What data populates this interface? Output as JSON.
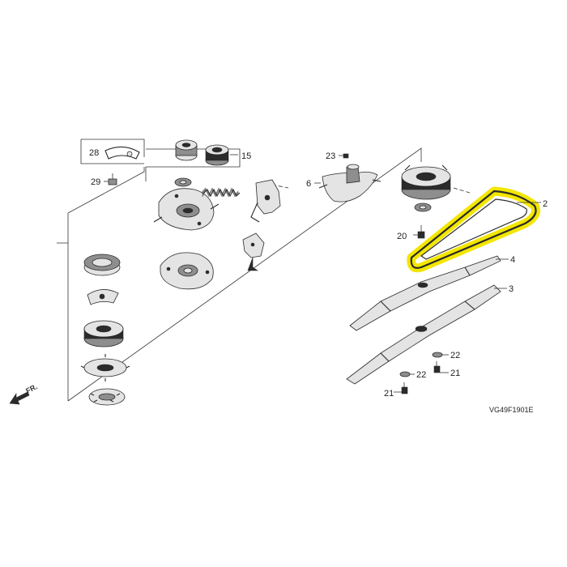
{
  "colors": {
    "highlight": "#f3e600",
    "line": "#2a2a2a",
    "background": "#ffffff"
  },
  "icons": {
    "front_arrow": "front-arrow-icon"
  },
  "orientation_label": "FR.",
  "diagram_code": "VG49F1901E",
  "callouts": {
    "c28": "28",
    "c29": "29",
    "c15": "15",
    "c23": "23",
    "c6": "6",
    "c2": "2",
    "c20": "20",
    "c4": "4",
    "c3": "3",
    "c22a": "22",
    "c21a": "21",
    "c22b": "22",
    "c21b": "21"
  }
}
